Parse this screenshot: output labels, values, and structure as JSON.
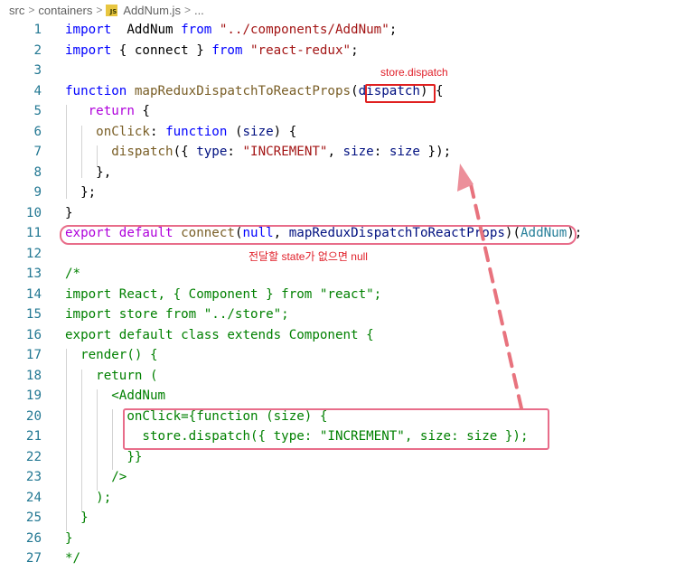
{
  "breadcrumb": {
    "segments": [
      "src",
      "containers"
    ],
    "separator": ">",
    "file_icon": "JS",
    "file_name": "AddNum.js",
    "trail": "..."
  },
  "annotations": {
    "dispatch_label": "store.dispatch",
    "null_label": "전달할 state가 없으면 null",
    "highlight_color": "#e02020"
  },
  "code_lines": [
    {
      "n": "1",
      "tokens": [
        [
          "kw",
          "import"
        ],
        [
          "",
          "  AddNum "
        ],
        [
          "kw",
          "from"
        ],
        [
          "str",
          " \"../components/AddNum\""
        ],
        [
          "",
          ";"
        ]
      ]
    },
    {
      "n": "2",
      "tokens": [
        [
          "kw",
          "import"
        ],
        [
          "",
          " { connect } "
        ],
        [
          "kw",
          "from"
        ],
        [
          "str",
          " \"react-redux\""
        ],
        [
          "",
          ";"
        ]
      ]
    },
    {
      "n": "3",
      "tokens": []
    },
    {
      "n": "4",
      "tokens": [
        [
          "kw",
          "function"
        ],
        [
          "fn",
          " mapReduxDispatchToReactProps"
        ],
        [
          "",
          "("
        ],
        [
          "param",
          "dispatch"
        ],
        [
          "",
          ") {"
        ]
      ]
    },
    {
      "n": "5",
      "tokens": [
        [
          "",
          " "
        ],
        [
          "ctl",
          "  return"
        ],
        [
          "",
          " {"
        ]
      ]
    },
    {
      "n": "6",
      "tokens": [
        [
          "fn",
          "    onClick"
        ],
        [
          "",
          ": "
        ],
        [
          "kw",
          "function"
        ],
        [
          "",
          " ("
        ],
        [
          "param",
          "size"
        ],
        [
          "",
          ") {"
        ]
      ]
    },
    {
      "n": "7",
      "tokens": [
        [
          "fn",
          "      dispatch"
        ],
        [
          "",
          "({ "
        ],
        [
          "param",
          "type"
        ],
        [
          "",
          ": "
        ],
        [
          "str",
          "\"INCREMENT\""
        ],
        [
          "",
          ", "
        ],
        [
          "param",
          "size"
        ],
        [
          "",
          ": "
        ],
        [
          "param",
          "size"
        ],
        [
          "",
          " });"
        ]
      ]
    },
    {
      "n": "8",
      "tokens": [
        [
          "",
          "    },"
        ]
      ]
    },
    {
      "n": "9",
      "tokens": [
        [
          "",
          "  };"
        ]
      ]
    },
    {
      "n": "10",
      "tokens": [
        [
          "",
          "}"
        ]
      ]
    },
    {
      "n": "11",
      "tokens": [
        [
          "ctl",
          "export"
        ],
        [
          "",
          " "
        ],
        [
          "ctl",
          "default"
        ],
        [
          "fn",
          " connect"
        ],
        [
          "",
          "("
        ],
        [
          "kw",
          "null"
        ],
        [
          "",
          ", "
        ],
        [
          "param",
          "mapReduxDispatchToReactProps"
        ],
        [
          "",
          ")("
        ],
        [
          "type",
          "AddNum"
        ],
        [
          "",
          ");"
        ]
      ]
    },
    {
      "n": "12",
      "tokens": []
    },
    {
      "n": "13",
      "tokens": [
        [
          "cmt",
          "/*"
        ]
      ]
    },
    {
      "n": "14",
      "tokens": [
        [
          "cmt",
          "import React, { Component } from \"react\";"
        ]
      ]
    },
    {
      "n": "15",
      "tokens": [
        [
          "cmt",
          "import store from \"../store\";"
        ]
      ]
    },
    {
      "n": "16",
      "tokens": [
        [
          "cmt",
          "export default class extends Component {"
        ]
      ]
    },
    {
      "n": "17",
      "tokens": [
        [
          "cmt",
          "  render() {"
        ]
      ]
    },
    {
      "n": "18",
      "tokens": [
        [
          "cmt",
          "    return ("
        ]
      ]
    },
    {
      "n": "19",
      "tokens": [
        [
          "cmt",
          "      <AddNum"
        ]
      ]
    },
    {
      "n": "20",
      "tokens": [
        [
          "cmt",
          "        onClick={function (size) {"
        ]
      ]
    },
    {
      "n": "21",
      "tokens": [
        [
          "cmt",
          "          store.dispatch({ type: \"INCREMENT\", size: size });"
        ]
      ]
    },
    {
      "n": "22",
      "tokens": [
        [
          "cmt",
          "        }}"
        ]
      ]
    },
    {
      "n": "23",
      "tokens": [
        [
          "cmt",
          "      />"
        ]
      ]
    },
    {
      "n": "24",
      "tokens": [
        [
          "cmt",
          "    );"
        ]
      ]
    },
    {
      "n": "25",
      "tokens": [
        [
          "cmt",
          "  }"
        ]
      ]
    },
    {
      "n": "26",
      "tokens": [
        [
          "cmt",
          "}"
        ]
      ]
    },
    {
      "n": "27",
      "tokens": [
        [
          "cmt",
          "*/"
        ]
      ]
    }
  ]
}
